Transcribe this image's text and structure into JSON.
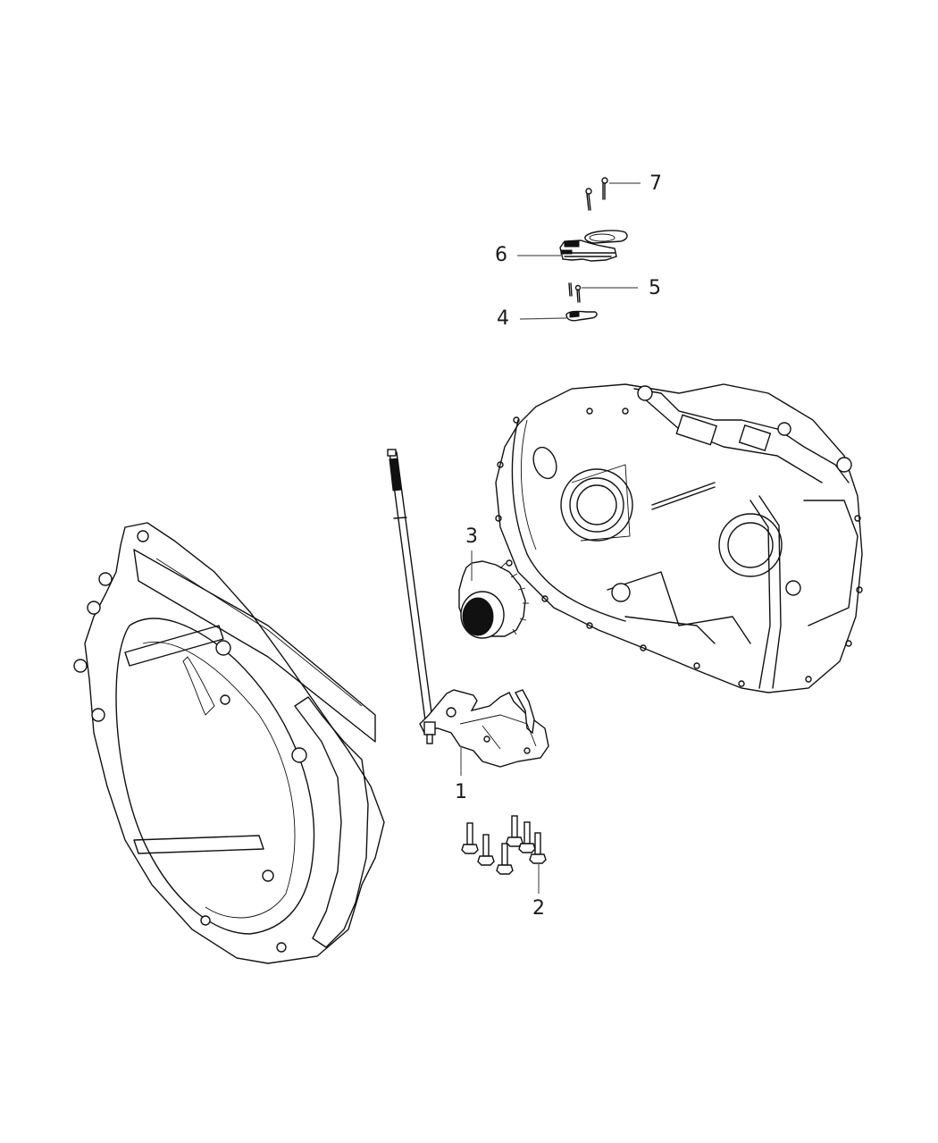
{
  "diagram": {
    "type": "exploded-parts-diagram",
    "subject": "transmission case with shift mechanism",
    "callouts": [
      {
        "id": "1",
        "label": "1",
        "part": "shift mechanism / lever assembly"
      },
      {
        "id": "2",
        "label": "2",
        "part": "bolts (x6)"
      },
      {
        "id": "3",
        "label": "3",
        "part": "gear / sprocket"
      },
      {
        "id": "4",
        "label": "4",
        "part": "bracket"
      },
      {
        "id": "5",
        "label": "5",
        "part": "screws (x2)"
      },
      {
        "id": "6",
        "label": "6",
        "part": "cover / sensor assembly"
      },
      {
        "id": "7",
        "label": "7",
        "part": "screws (x2)"
      }
    ],
    "components": [
      {
        "name": "clutch-housing",
        "position": "left"
      },
      {
        "name": "transmission-case",
        "position": "right"
      },
      {
        "name": "shift-shaft",
        "position": "center"
      }
    ],
    "colors": {
      "line": "#111111",
      "leader": "#555555",
      "background": "#ffffff"
    }
  }
}
